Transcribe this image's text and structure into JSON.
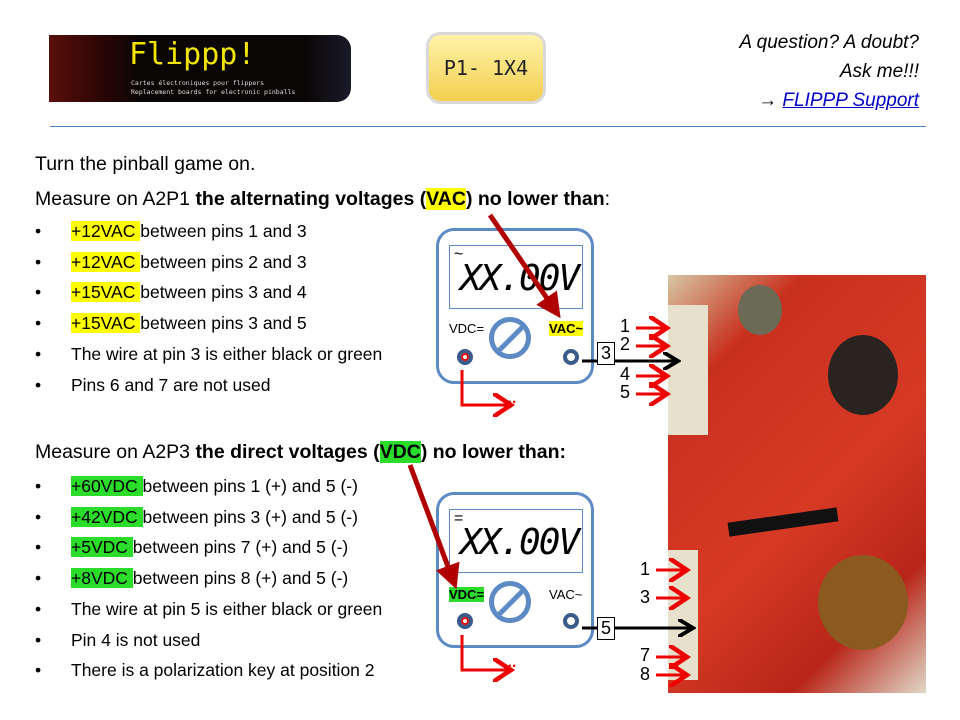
{
  "header": {
    "logo_title": "Flippp!",
    "logo_sub1": "Cartes électroniques pour flippers",
    "logo_sub2": "Replacement boards for electronic pinballs",
    "connector_badge": "P1- 1X4",
    "help_line1": "A question? A doubt?",
    "help_line2": "Ask me!!!",
    "help_link": "FLIPPP Support",
    "arrow": "→"
  },
  "intro": "Turn the pinball game on.",
  "ac": {
    "pre": "Measure on A2P1 ",
    "bold1": "the alternating voltages (",
    "hl": "VAC",
    "bold2": ") no lower than",
    "colon": ":",
    "items": [
      {
        "v": "+12VAC ",
        "t": " between pins 1 and 3"
      },
      {
        "v": "+12VAC ",
        "t": " between pins 2 and 3"
      },
      {
        "v": "+15VAC ",
        "t": " between pins 3 and 4"
      },
      {
        "v": "+15VAC ",
        "t": " between pins 3 and 5"
      },
      {
        "v": "",
        "t": "The wire at pin 3 is either black or green"
      },
      {
        "v": "",
        "t": "Pins 6 and 7 are not used"
      }
    ]
  },
  "dc": {
    "pre": "Measure on A2P3 ",
    "bold1": "the direct voltages (",
    "hl": "VDC",
    "bold2": ") no lower than:",
    "items": [
      {
        "v": "+60VDC ",
        "t": " between pins 1 (+) and 5 (-)"
      },
      {
        "v": "+42VDC ",
        "t": " between pins 3 (+) and 5 (-)"
      },
      {
        "v": "+5VDC ",
        "t": " between pins 7 (+) and 5 (-)"
      },
      {
        "v": "+8VDC ",
        "t": " between pins 8 (+) and 5 (-)"
      },
      {
        "v": "",
        "t": "The wire at pin 5 is either black or green"
      },
      {
        "v": "",
        "t": "Pin 4 is not used"
      },
      {
        "v": "",
        "t": "There is a polarization key at position 2"
      }
    ]
  },
  "meter1": {
    "symbol": "~",
    "display": "XX.00V",
    "left_label": "VDC=",
    "right_label": "VAC~",
    "ellipsis": "...",
    "probe_pin": "3",
    "pins": [
      "1",
      "2",
      "4",
      "5"
    ]
  },
  "meter2": {
    "symbol": "=",
    "display": "XX.00V",
    "left_label": "VDC=",
    "right_label": "VAC~",
    "ellipsis": "...",
    "probe_pin": "5",
    "pins": [
      "1",
      "3",
      "7",
      "8"
    ]
  },
  "bullet": "•"
}
